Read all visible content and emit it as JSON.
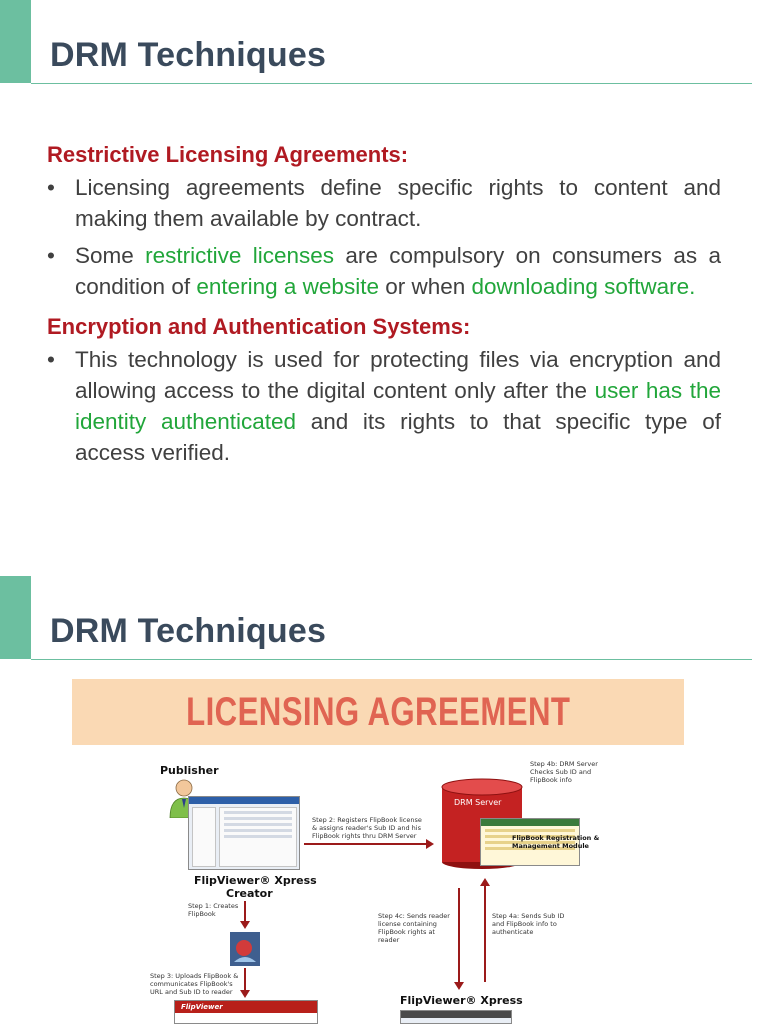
{
  "slide1": {
    "title": "DRM Techniques",
    "section1": {
      "heading": "Restrictive Licensing Agreements:",
      "bullet1": "Licensing agreements define specific rights to content and making them available by contract.",
      "bullet2": {
        "t1": "Some ",
        "h1": "restrictive licenses",
        "t2": " are compulsory on consumers as a condition of ",
        "h2": "entering a website",
        "t3": " or when ",
        "h3": "downloading software."
      }
    },
    "section2": {
      "heading": "Encryption and Authentication Systems:",
      "bullet1": {
        "t1": "This technology is used for protecting files via encryption and allowing access to the digital content only after the ",
        "h1": "user has the identity authenticated",
        "t2": " and its rights to that specific type of access verified."
      }
    }
  },
  "slide2": {
    "title": "DRM Techniques",
    "banner": "LICENSING AGREEMENT",
    "diagram": {
      "publisher": "Publisher",
      "creator_line1": "FlipViewer® Xpress",
      "creator_line2": "Creator",
      "server_label": "DRM Server",
      "module_label": "FlipBook Registration & Management Module",
      "step1": "Step 1: Creates FlipBook",
      "step2": "Step 2: Registers FlipBook license & assigns reader's Sub ID and his FlipBook rights thru DRM Server",
      "step3": "Step 3: Uploads FlipBook & communicates FlipBook's URL and Sub ID to reader",
      "step4a": "Step 4a: Sends Sub ID and FlipBook info to authenticate",
      "step4b": "Step 4b: DRM Server Checks Sub ID and FlipBook info",
      "step4c": "Step 4c: Sends reader license containing FlipBook rights at reader",
      "reader_app": "FlipViewer® Xpress",
      "flipviewer_logo": "FlipViewer"
    }
  },
  "colors": {
    "accent": "#6cbfa0",
    "title": "#3a4a5c",
    "heading": "#b01a22",
    "highlight": "#21a63a",
    "banner_bg": "#fad9b4",
    "banner_text": "#e06452"
  }
}
